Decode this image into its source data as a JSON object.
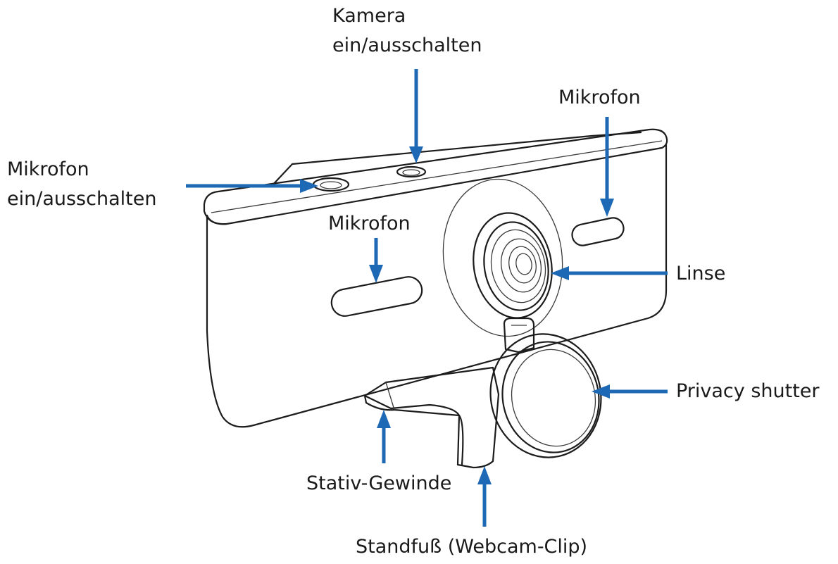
{
  "labels": {
    "camera_toggle": [
      "Kamera",
      "ein/ausschalten"
    ],
    "mic_toggle": [
      "Mikrofon",
      "ein/ausschalten"
    ],
    "mic_right": "Mikrofon",
    "mic_center": "Mikrofon",
    "lens": "Linse",
    "privacy_shutter": "Privacy shutter",
    "tripod_thread": "Stativ-Gewinde",
    "stand": "Standfuß (Webcam-Clip)"
  },
  "colors": {
    "arrow": "#1d69b5",
    "outline": "#1c1c1c",
    "background": "#ffffff"
  }
}
